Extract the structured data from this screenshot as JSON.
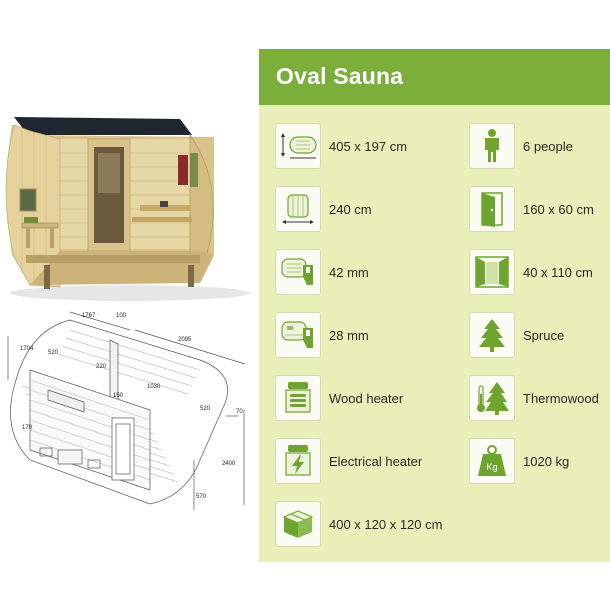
{
  "title": "Oval Sauna",
  "drawing_dims": {
    "d1767": "1767",
    "d100": "100",
    "d2095": "2095",
    "d1704": "1704",
    "d520a": "520",
    "d220": "220",
    "d1030": "1030",
    "d150": "150",
    "d520b": "520",
    "d70": "70",
    "d170": "170",
    "d2400": "2400",
    "d570": "570"
  },
  "specs": {
    "dimensions": {
      "icon": "dimensions-icon",
      "value": "405 x 197 cm"
    },
    "people": {
      "icon": "person-icon",
      "value": "6 people"
    },
    "length": {
      "icon": "barrel-length-icon",
      "value": "240 cm"
    },
    "door": {
      "icon": "door-icon",
      "value": "160 x  60 cm"
    },
    "wall": {
      "icon": "wall-thickness-icon",
      "value": "42 mm"
    },
    "window": {
      "icon": "window-icon",
      "value": "40 x 110 cm"
    },
    "floor": {
      "icon": "floor-thickness-icon",
      "value": "28 mm"
    },
    "wood": {
      "icon": "spruce-tree-icon",
      "value": "Spruce"
    },
    "heater": {
      "icon": "wood-heater-icon",
      "value": "Wood heater"
    },
    "thermo": {
      "icon": "thermowood-icon",
      "value": "Thermowood"
    },
    "electric": {
      "icon": "electrical-heater-icon",
      "value": "Electrical heater"
    },
    "weight": {
      "icon": "weight-icon",
      "value": "1020 kg",
      "icon_text": "Kg"
    },
    "package": {
      "icon": "package-box-icon",
      "value": "400 x 120 x 120 cm"
    }
  },
  "colors": {
    "header_green": "#7cae3c",
    "panel_bg": "#e9efb8",
    "icon_green": "#6fa52f"
  }
}
